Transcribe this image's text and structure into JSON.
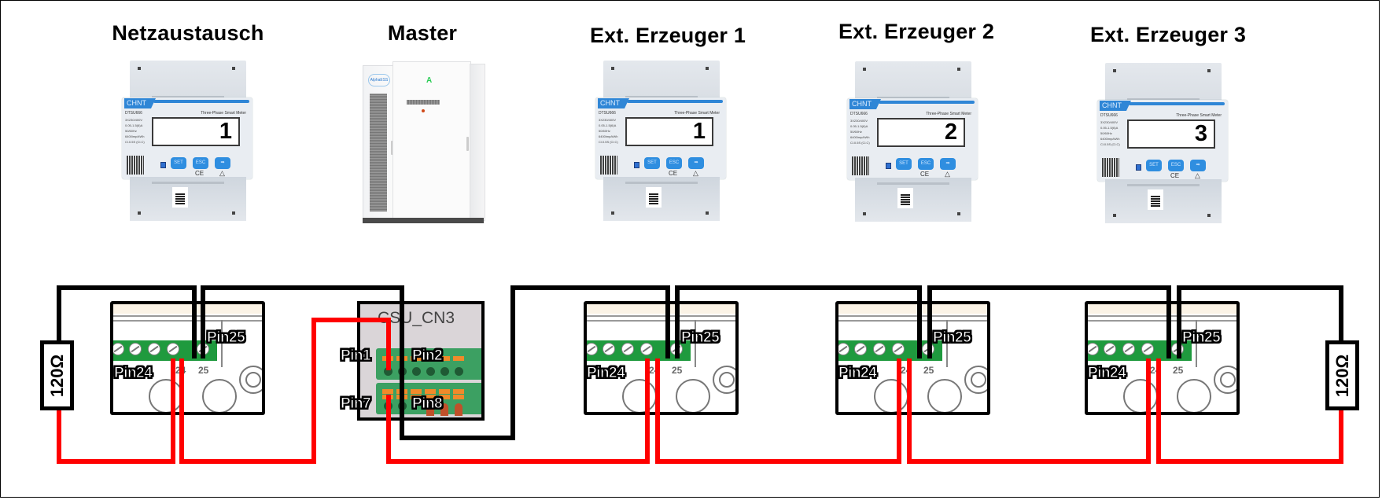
{
  "diagram": {
    "title_labels": {
      "grid_exchange": "Netzaustausch",
      "master": "Master",
      "ext_gen_1": "Ext. Erzeuger 1",
      "ext_gen_2": "Ext. Erzeuger 2",
      "ext_gen_3": "Ext. Erzeuger 3"
    },
    "meters": [
      {
        "role": "Netzaustausch",
        "display_address": "1"
      },
      {
        "role": "Ext. Erzeuger 1",
        "display_address": "1"
      },
      {
        "role": "Ext. Erzeuger 2",
        "display_address": "2"
      },
      {
        "role": "Ext. Erzeuger 3",
        "display_address": "3"
      }
    ],
    "meter_panel": {
      "brand": "CHNT",
      "model": "DTSU666",
      "subtitle": "Three-Phase Smart Meter",
      "spec_lines": [
        "3X230/400V",
        "0.05-1.5(6)A",
        "50/60Hz",
        "6400imp/kWh",
        "Cl.0.5S (Cl.C)"
      ],
      "buttons": [
        "SET",
        "ESC",
        "➡"
      ],
      "ce_mark": "CE"
    },
    "master_cabinet": {
      "logo_text": "AlphaESS",
      "badge": "A"
    },
    "csu_connector": {
      "label": "CSU_CN3",
      "pins": {
        "pin1": "Pin1",
        "pin2": "Pin2",
        "pin7": "Pin7",
        "pin8": "Pin8"
      }
    },
    "terminal_labels": {
      "pin24": "Pin24",
      "pin25": "Pin25",
      "num24": "24",
      "num25": "25"
    },
    "resistors": [
      {
        "value": "120Ω"
      },
      {
        "value": "120Ω"
      }
    ],
    "wire_colors": {
      "bus_a": "#000000",
      "bus_b": "#ff0000"
    }
  }
}
